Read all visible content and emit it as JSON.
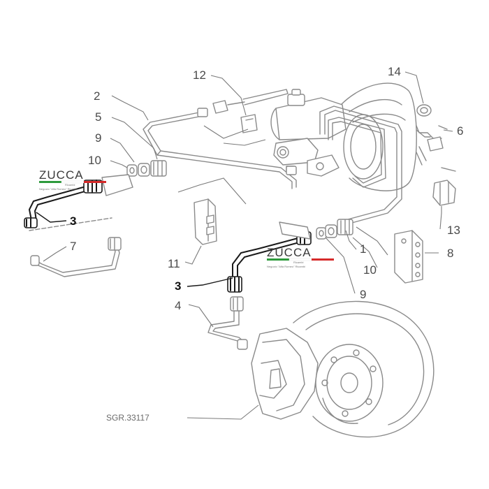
{
  "callouts": {
    "c1": "1",
    "c2": "2",
    "c3a": "3",
    "c3b": "3",
    "c4": "4",
    "c5": "5",
    "c6": "6",
    "c7": "7",
    "c8": "8",
    "c9a": "9",
    "c9b": "9",
    "c10a": "10",
    "c10b": "10",
    "c11": "11",
    "c12": "12",
    "c13": "13",
    "c14": "14"
  },
  "drawing_code": "SGR.33117",
  "watermark": {
    "brand": "ZUCCA",
    "tagline": "Ricambi",
    "subline": "Negozio \"Alfa Romeo\" Ricambi"
  },
  "colors": {
    "line": "#8a8a8a",
    "highlight": "#1a1a1a",
    "flag_green": "#2e9a3c",
    "flag_white": "#ffffff",
    "flag_red": "#d62a2a"
  }
}
